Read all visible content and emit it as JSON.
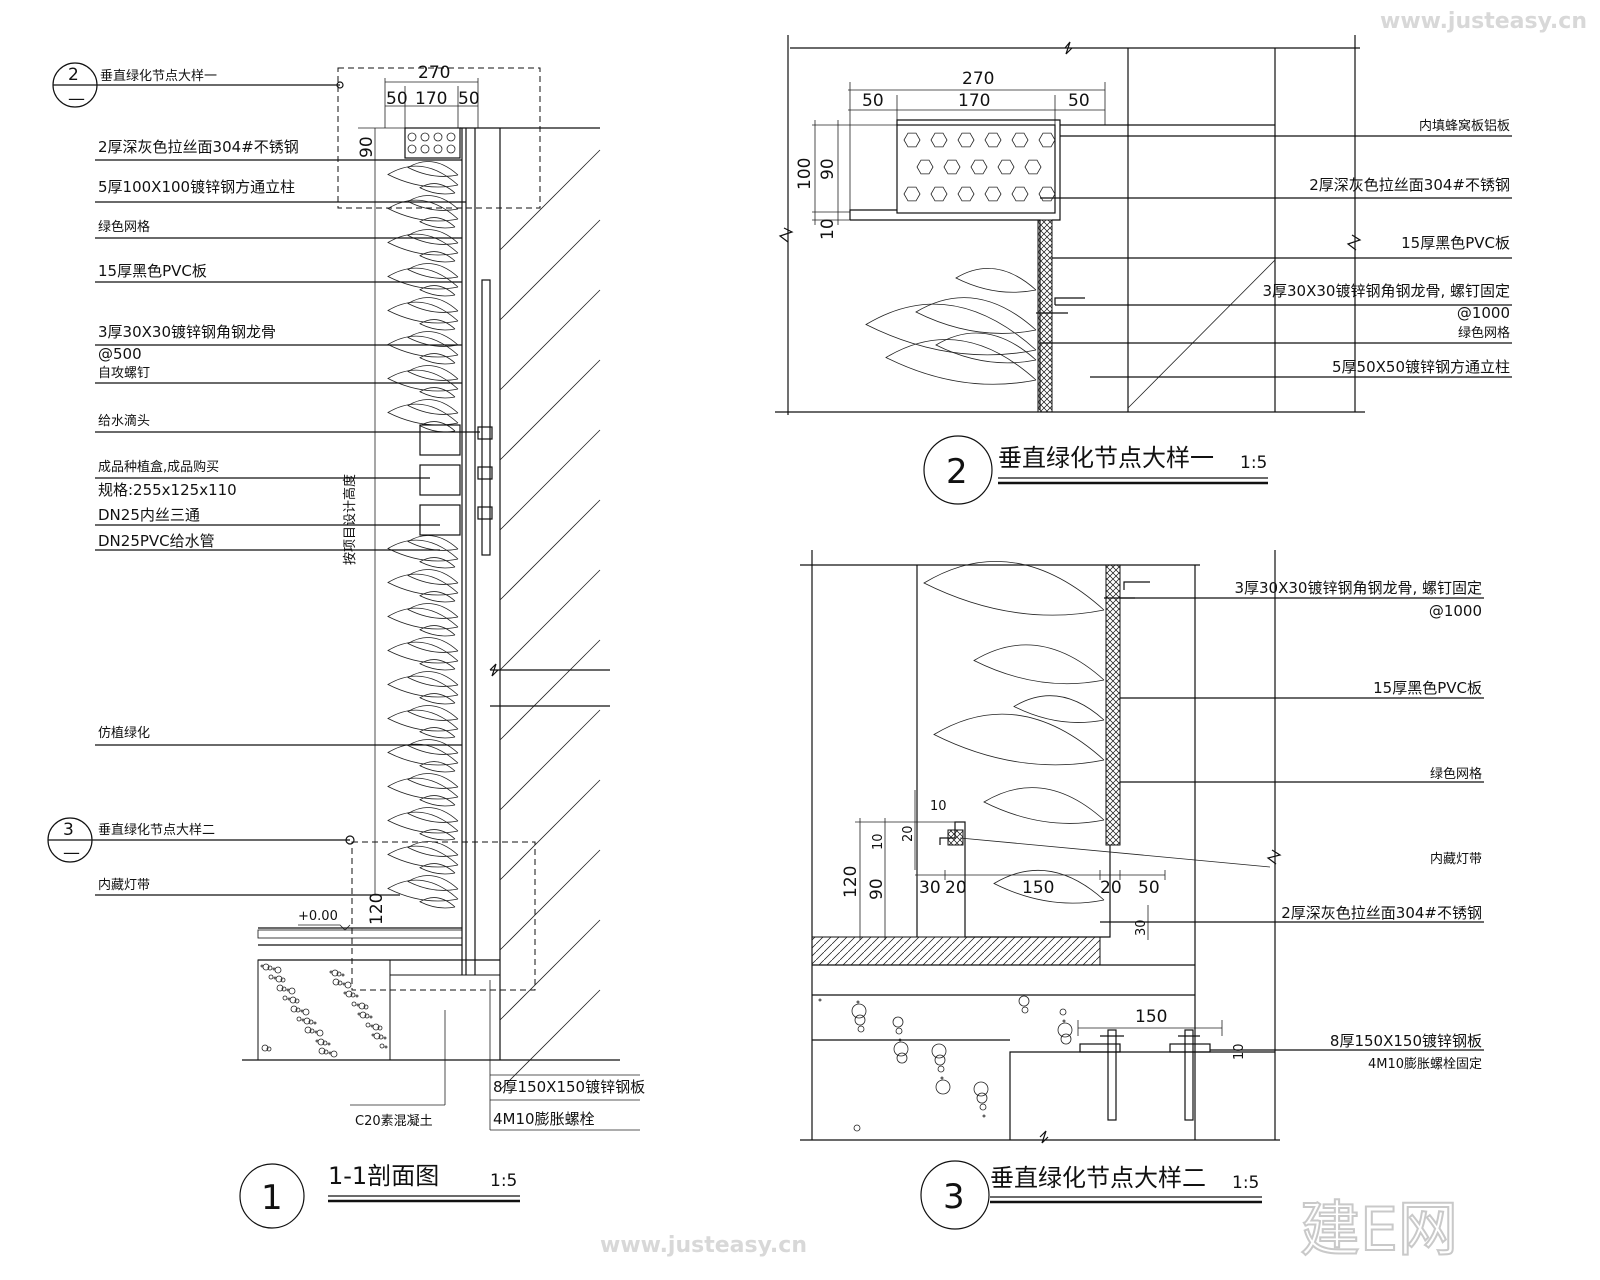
{
  "watermark": {
    "brand": "建E网",
    "url": "www.justeasy.cn"
  },
  "section_1": {
    "number": "1",
    "title": "1-1剖面图",
    "scale": "1:5",
    "callout_2": {
      "number": "2",
      "sub": "—",
      "label": "垂直绿化节点大样一"
    },
    "callout_3": {
      "number": "3",
      "sub": "—",
      "label": "垂直绿化节点大样二"
    },
    "dims": {
      "total": "270",
      "left": "50",
      "mid": "170",
      "right": "50",
      "top_h": "90",
      "bottom_h": "120",
      "elevation": "+0.00"
    },
    "vertical_note": "按项目设计高度",
    "labels": [
      "2厚深灰色拉丝面304#不锈钢",
      "5厚100X100镀锌钢方通立柱",
      "绿色网格",
      "15厚黑色PVC板",
      "3厚30X30镀锌钢角钢龙骨",
      "@500",
      "自攻螺钉",
      "给水滴头",
      "成品种植盒,成品购买",
      "规格:255x125x110",
      "DN25内丝三通",
      "DN25PVC给水管",
      "仿植绿化",
      "内藏灯带"
    ],
    "bottom_labels": [
      "C20素混凝土",
      "8厚150X150镀锌钢板",
      "4M10膨胀螺栓"
    ]
  },
  "section_2": {
    "number": "2",
    "title": "垂直绿化节点大样一",
    "scale": "1:5",
    "dims": {
      "total": "270",
      "left": "50",
      "mid": "170",
      "right": "50",
      "h100": "100",
      "h90": "90",
      "h10": "10"
    },
    "labels": [
      "内填蜂窝板铝板",
      "2厚深灰色拉丝面304#不锈钢",
      "15厚黑色PVC板",
      "3厚30X30镀锌钢角钢龙骨, 螺钉固定",
      "@1000",
      "绿色网格",
      "5厚50X50镀锌钢方通立柱"
    ]
  },
  "section_3": {
    "number": "3",
    "title": "垂直绿化节点大样二",
    "scale": "1:5",
    "dims": {
      "d10": "10",
      "d20": "20",
      "d10b": "10",
      "d120": "120",
      "d90": "90",
      "w30": "30",
      "w20": "20",
      "w150": "150",
      "w20b": "20",
      "w50": "50",
      "h30": "30",
      "plate150": "150",
      "plate10": "10"
    },
    "labels": [
      "3厚30X30镀锌钢角钢龙骨, 螺钉固定",
      "@1000",
      "15厚黑色PVC板",
      "绿色网格",
      "内藏灯带",
      "2厚深灰色拉丝面304#不锈钢",
      "8厚150X150镀锌钢板",
      "4M10膨胀螺栓固定"
    ]
  }
}
